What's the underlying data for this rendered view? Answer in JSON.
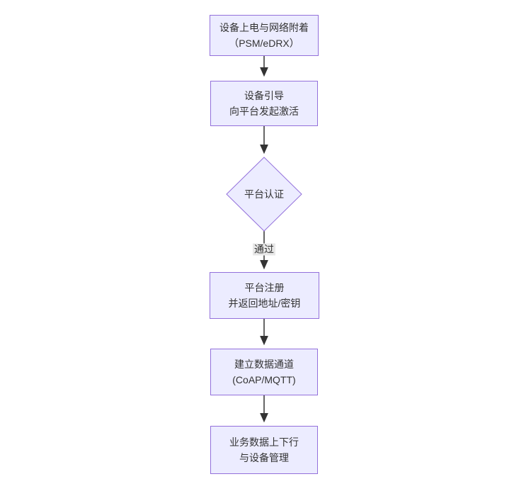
{
  "diagram": {
    "type": "flowchart",
    "direction": "top-down",
    "nodes": [
      {
        "id": "A",
        "shape": "rect",
        "line1": "设备上电与网络附着",
        "line2": "（PSM/eDRX）"
      },
      {
        "id": "B",
        "shape": "rect",
        "line1": "设备引导",
        "line2": "向平台发起激活"
      },
      {
        "id": "C",
        "shape": "diamond",
        "line1": "平台认证",
        "line2": ""
      },
      {
        "id": "D",
        "shape": "rect",
        "line1": "平台注册",
        "line2": "并返回地址/密钥"
      },
      {
        "id": "E",
        "shape": "rect",
        "line1": "建立数据通道",
        "line2": "(CoAP/MQTT)"
      },
      {
        "id": "F",
        "shape": "rect",
        "line1": "业务数据上下行",
        "line2": "与设备管理"
      }
    ],
    "edges": [
      {
        "from": "A",
        "to": "B",
        "label": ""
      },
      {
        "from": "B",
        "to": "C",
        "label": ""
      },
      {
        "from": "C",
        "to": "D",
        "label": "通过"
      },
      {
        "from": "D",
        "to": "E",
        "label": ""
      },
      {
        "from": "E",
        "to": "F",
        "label": ""
      }
    ]
  },
  "colors": {
    "node_fill": "#ECECFF",
    "node_border": "#9370DB",
    "text": "#333333",
    "arrow": "#333333",
    "edge_label_bg": "#e8e8e8",
    "background": "#ffffff"
  }
}
